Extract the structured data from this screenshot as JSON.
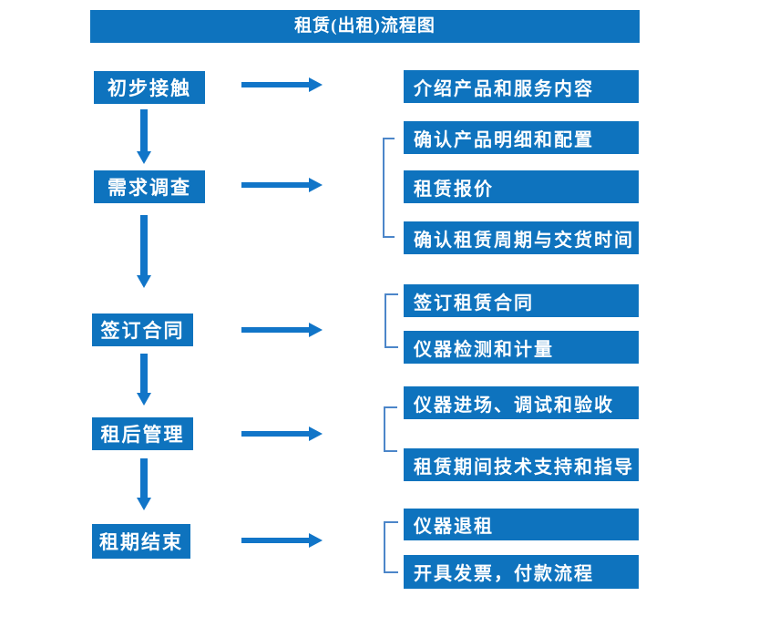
{
  "title": "租赁(出租)流程图",
  "steps": [
    {
      "label": "初步接触"
    },
    {
      "label": "需求调查"
    },
    {
      "label": "签订合同"
    },
    {
      "label": "租后管理"
    },
    {
      "label": "租期结束"
    }
  ],
  "details": [
    {
      "label": "介绍产品和服务内容"
    },
    {
      "label": "确认产品明细和配置"
    },
    {
      "label": "租赁报价"
    },
    {
      "label": "确认租赁周期与交货时间"
    },
    {
      "label": "签订租赁合同"
    },
    {
      "label": "仪器检测和计量"
    },
    {
      "label": "仪器进场、调试和验收"
    },
    {
      "label": "租赁期间技术支持和指导"
    },
    {
      "label": "仪器退租"
    },
    {
      "label": "开具发票，付款流程"
    }
  ],
  "colors": {
    "box_blue": "#0E73BE",
    "arrow_blue": "#1175C8",
    "bracket_blue": "#4C86C9",
    "text_white": "#FFFFFF"
  }
}
